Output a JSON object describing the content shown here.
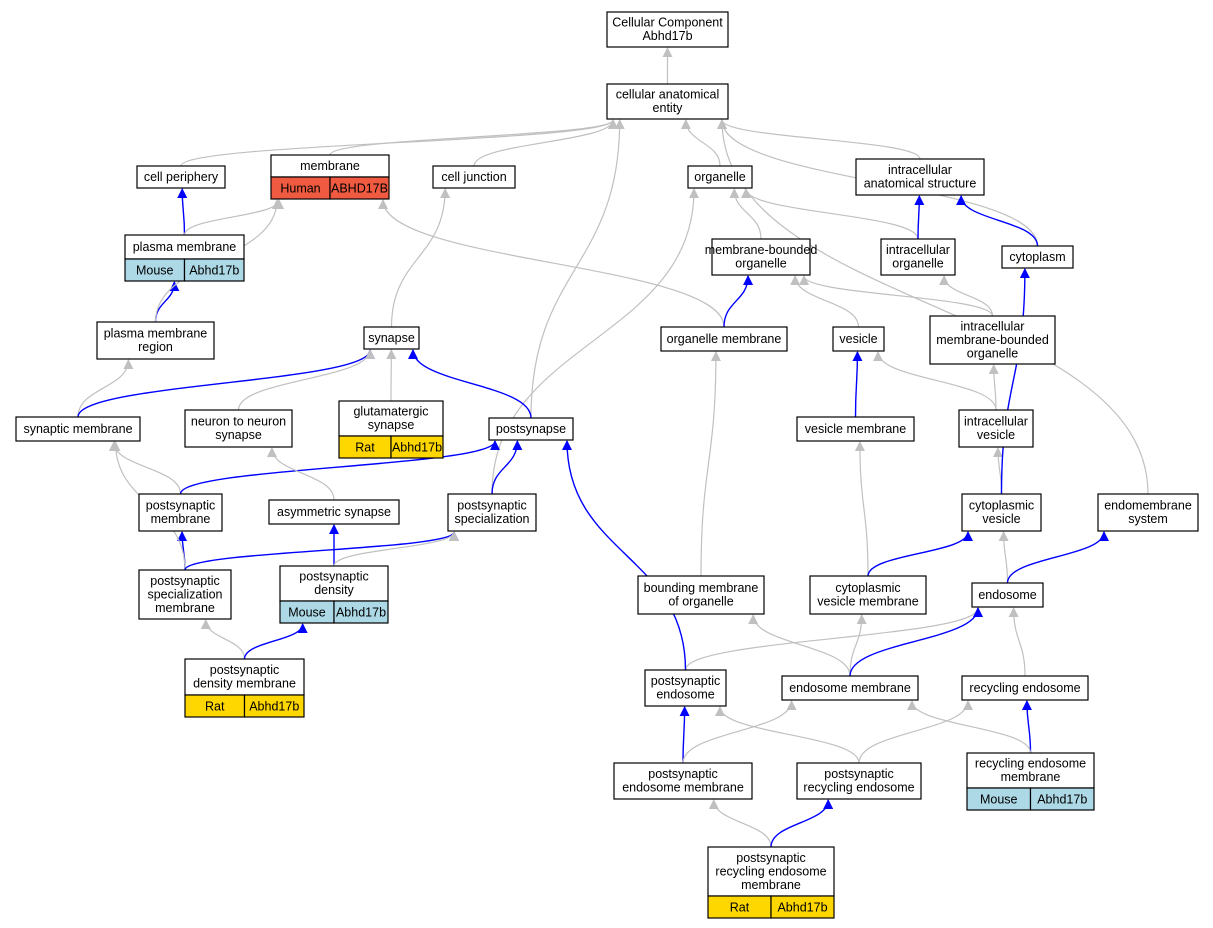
{
  "colors": {
    "edge_grey": "#c0c0c0",
    "edge_blue": "#0000ff",
    "human": "#f05a40",
    "mouse": "#add8e6",
    "rat": "#ffd700"
  },
  "nodes": [
    {
      "id": "root",
      "lines": [
        "Cellular Component",
        "Abhd17b"
      ]
    },
    {
      "id": "cae",
      "lines": [
        "cellular anatomical",
        "entity"
      ]
    },
    {
      "id": "cell_periphery",
      "lines": [
        "cell periphery"
      ]
    },
    {
      "id": "membrane",
      "lines": [
        "membrane"
      ],
      "badge": {
        "species": "Human",
        "gene": "ABHD17B",
        "color": "human"
      }
    },
    {
      "id": "cell_junction",
      "lines": [
        "cell junction"
      ]
    },
    {
      "id": "organelle",
      "lines": [
        "organelle"
      ]
    },
    {
      "id": "ias",
      "lines": [
        "intracellular",
        "anatomical structure"
      ]
    },
    {
      "id": "plasma_membrane",
      "lines": [
        "plasma membrane"
      ],
      "badge": {
        "species": "Mouse",
        "gene": "Abhd17b",
        "color": "mouse"
      }
    },
    {
      "id": "mbo",
      "lines": [
        "membrane-bounded",
        "organelle"
      ]
    },
    {
      "id": "intra_org",
      "lines": [
        "intracellular",
        "organelle"
      ]
    },
    {
      "id": "cytoplasm",
      "lines": [
        "cytoplasm"
      ]
    },
    {
      "id": "pm_region",
      "lines": [
        "plasma membrane",
        "region"
      ]
    },
    {
      "id": "synapse",
      "lines": [
        "synapse"
      ]
    },
    {
      "id": "org_membrane",
      "lines": [
        "organelle membrane"
      ]
    },
    {
      "id": "vesicle",
      "lines": [
        "vesicle"
      ]
    },
    {
      "id": "imbo",
      "lines": [
        "intracellular",
        "membrane-bounded",
        "organelle"
      ]
    },
    {
      "id": "syn_membrane",
      "lines": [
        "synaptic membrane"
      ]
    },
    {
      "id": "n2n_synapse",
      "lines": [
        "neuron to neuron",
        "synapse"
      ]
    },
    {
      "id": "glut_synapse",
      "lines": [
        "glutamatergic",
        "synapse"
      ],
      "badge": {
        "species": "Rat",
        "gene": "Abhd17b",
        "color": "rat"
      }
    },
    {
      "id": "postsynapse",
      "lines": [
        "postsynapse"
      ]
    },
    {
      "id": "ves_membrane",
      "lines": [
        "vesicle membrane"
      ]
    },
    {
      "id": "intra_vesicle",
      "lines": [
        "intracellular",
        "vesicle"
      ]
    },
    {
      "id": "ps_membrane",
      "lines": [
        "postsynaptic",
        "membrane"
      ]
    },
    {
      "id": "asym_synapse",
      "lines": [
        "asymmetric synapse"
      ]
    },
    {
      "id": "ps_spec",
      "lines": [
        "postsynaptic",
        "specialization"
      ]
    },
    {
      "id": "cyto_vesicle",
      "lines": [
        "cytoplasmic",
        "vesicle"
      ]
    },
    {
      "id": "endomembrane",
      "lines": [
        "endomembrane",
        "system"
      ]
    },
    {
      "id": "ps_spec_membrane",
      "lines": [
        "postsynaptic",
        "specialization",
        "membrane"
      ]
    },
    {
      "id": "ps_density",
      "lines": [
        "postsynaptic",
        "density"
      ],
      "badge": {
        "species": "Mouse",
        "gene": "Abhd17b",
        "color": "mouse"
      }
    },
    {
      "id": "bounding_membrane",
      "lines": [
        "bounding membrane",
        "of organelle"
      ]
    },
    {
      "id": "cvm",
      "lines": [
        "cytoplasmic",
        "vesicle membrane"
      ]
    },
    {
      "id": "endosome",
      "lines": [
        "endosome"
      ]
    },
    {
      "id": "psd_membrane",
      "lines": [
        "postsynaptic",
        "density membrane"
      ],
      "badge": {
        "species": "Rat",
        "gene": "Abhd17b",
        "color": "rat"
      }
    },
    {
      "id": "ps_endosome",
      "lines": [
        "postsynaptic",
        "endosome"
      ]
    },
    {
      "id": "endo_membrane",
      "lines": [
        "endosome membrane"
      ]
    },
    {
      "id": "rec_endosome",
      "lines": [
        "recycling endosome"
      ]
    },
    {
      "id": "ps_endo_membrane",
      "lines": [
        "postsynaptic",
        "endosome membrane"
      ]
    },
    {
      "id": "ps_rec_endosome",
      "lines": [
        "postsynaptic",
        "recycling endosome"
      ]
    },
    {
      "id": "rec_endo_membrane",
      "lines": [
        "recycling endosome",
        "membrane"
      ],
      "badge": {
        "species": "Mouse",
        "gene": "Abhd17b",
        "color": "mouse"
      }
    },
    {
      "id": "ps_rec_endo_membrane",
      "lines": [
        "postsynaptic",
        "recycling endosome",
        "membrane"
      ],
      "badge": {
        "species": "Rat",
        "gene": "Abhd17b",
        "color": "rat"
      }
    }
  ],
  "edges": [
    {
      "from": "cae",
      "to": "root",
      "type": "is_a"
    },
    {
      "from": "cell_periphery",
      "to": "cae",
      "type": "is_a"
    },
    {
      "from": "membrane",
      "to": "cae",
      "type": "is_a"
    },
    {
      "from": "cell_junction",
      "to": "cae",
      "type": "is_a"
    },
    {
      "from": "organelle",
      "to": "cae",
      "type": "is_a"
    },
    {
      "from": "ias",
      "to": "cae",
      "type": "is_a"
    },
    {
      "from": "cytoplasm",
      "to": "cae",
      "type": "is_a"
    },
    {
      "from": "endomembrane",
      "to": "cae",
      "type": "is_a"
    },
    {
      "from": "postsynapse",
      "to": "cae",
      "type": "is_a"
    },
    {
      "from": "plasma_membrane",
      "to": "cell_periphery",
      "type": "part_of"
    },
    {
      "from": "plasma_membrane",
      "to": "membrane",
      "type": "is_a"
    },
    {
      "from": "pm_region",
      "to": "plasma_membrane",
      "type": "part_of"
    },
    {
      "from": "pm_region",
      "to": "membrane",
      "type": "is_a"
    },
    {
      "from": "org_membrane",
      "to": "membrane",
      "type": "is_a"
    },
    {
      "from": "synapse",
      "to": "cell_junction",
      "type": "is_a"
    },
    {
      "from": "mbo",
      "to": "organelle",
      "type": "is_a"
    },
    {
      "from": "intra_org",
      "to": "organelle",
      "type": "is_a"
    },
    {
      "from": "intra_org",
      "to": "ias",
      "type": "part_of"
    },
    {
      "from": "cytoplasm",
      "to": "ias",
      "type": "part_of"
    },
    {
      "from": "ps_spec",
      "to": "organelle",
      "type": "is_a"
    },
    {
      "from": "org_membrane",
      "to": "mbo",
      "type": "part_of"
    },
    {
      "from": "vesicle",
      "to": "mbo",
      "type": "is_a"
    },
    {
      "from": "imbo",
      "to": "mbo",
      "type": "is_a"
    },
    {
      "from": "imbo",
      "to": "intra_org",
      "type": "is_a"
    },
    {
      "from": "ves_membrane",
      "to": "vesicle",
      "type": "part_of"
    },
    {
      "from": "intra_vesicle",
      "to": "vesicle",
      "type": "is_a"
    },
    {
      "from": "intra_vesicle",
      "to": "imbo",
      "type": "is_a"
    },
    {
      "from": "cyto_vesicle",
      "to": "intra_vesicle",
      "type": "is_a"
    },
    {
      "from": "cyto_vesicle",
      "to": "cytoplasm",
      "type": "part_of"
    },
    {
      "from": "syn_membrane",
      "to": "pm_region",
      "type": "is_a"
    },
    {
      "from": "syn_membrane",
      "to": "synapse",
      "type": "part_of"
    },
    {
      "from": "n2n_synapse",
      "to": "synapse",
      "type": "is_a"
    },
    {
      "from": "glut_synapse",
      "to": "synapse",
      "type": "is_a"
    },
    {
      "from": "postsynapse",
      "to": "synapse",
      "type": "part_of"
    },
    {
      "from": "ps_membrane",
      "to": "syn_membrane",
      "type": "is_a"
    },
    {
      "from": "ps_membrane",
      "to": "postsynapse",
      "type": "part_of"
    },
    {
      "from": "asym_synapse",
      "to": "n2n_synapse",
      "type": "is_a"
    },
    {
      "from": "ps_spec",
      "to": "postsynapse",
      "type": "part_of"
    },
    {
      "from": "ps_spec_membrane",
      "to": "ps_membrane",
      "type": "part_of"
    },
    {
      "from": "ps_spec_membrane",
      "to": "syn_membrane",
      "type": "is_a"
    },
    {
      "from": "ps_spec_membrane",
      "to": "ps_spec",
      "type": "part_of"
    },
    {
      "from": "ps_density",
      "to": "asym_synapse",
      "type": "part_of"
    },
    {
      "from": "ps_density",
      "to": "ps_spec",
      "type": "is_a"
    },
    {
      "from": "psd_membrane",
      "to": "ps_spec_membrane",
      "type": "is_a"
    },
    {
      "from": "psd_membrane",
      "to": "ps_density",
      "type": "part_of"
    },
    {
      "from": "bounding_membrane",
      "to": "org_membrane",
      "type": "is_a"
    },
    {
      "from": "cvm",
      "to": "ves_membrane",
      "type": "is_a"
    },
    {
      "from": "cvm",
      "to": "cyto_vesicle",
      "type": "part_of"
    },
    {
      "from": "endosome",
      "to": "cyto_vesicle",
      "type": "is_a"
    },
    {
      "from": "endosome",
      "to": "endomembrane",
      "type": "part_of"
    },
    {
      "from": "ps_endosome",
      "to": "endosome",
      "type": "is_a"
    },
    {
      "from": "ps_endosome",
      "to": "postsynapse",
      "type": "part_of"
    },
    {
      "from": "endo_membrane",
      "to": "bounding_membrane",
      "type": "is_a"
    },
    {
      "from": "endo_membrane",
      "to": "cvm",
      "type": "is_a"
    },
    {
      "from": "endo_membrane",
      "to": "endosome",
      "type": "part_of"
    },
    {
      "from": "rec_endosome",
      "to": "endosome",
      "type": "is_a"
    },
    {
      "from": "ps_endo_membrane",
      "to": "ps_endosome",
      "type": "part_of"
    },
    {
      "from": "ps_endo_membrane",
      "to": "endo_membrane",
      "type": "is_a"
    },
    {
      "from": "ps_rec_endosome",
      "to": "ps_endosome",
      "type": "is_a"
    },
    {
      "from": "ps_rec_endosome",
      "to": "rec_endosome",
      "type": "is_a"
    },
    {
      "from": "rec_endo_membrane",
      "to": "rec_endosome",
      "type": "part_of"
    },
    {
      "from": "rec_endo_membrane",
      "to": "endo_membrane",
      "type": "is_a"
    },
    {
      "from": "ps_rec_endo_membrane",
      "to": "ps_endo_membrane",
      "type": "is_a"
    },
    {
      "from": "ps_rec_endo_membrane",
      "to": "ps_rec_endosome",
      "type": "part_of"
    }
  ]
}
